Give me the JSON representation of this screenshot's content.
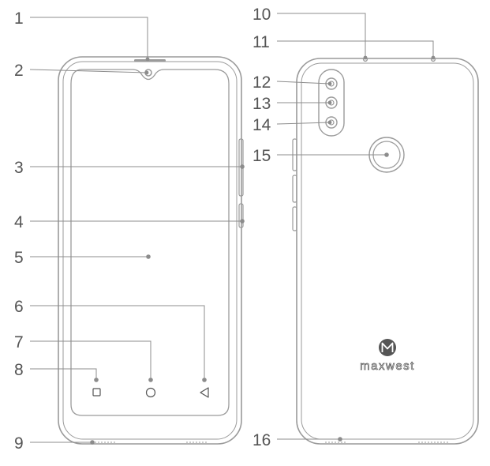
{
  "callouts": [
    {
      "number": "1"
    },
    {
      "number": "2"
    },
    {
      "number": "3"
    },
    {
      "number": "4"
    },
    {
      "number": "5"
    },
    {
      "number": "6"
    },
    {
      "number": "7"
    },
    {
      "number": "8"
    },
    {
      "number": "9"
    },
    {
      "number": "10"
    },
    {
      "number": "11"
    },
    {
      "number": "12"
    },
    {
      "number": "13"
    },
    {
      "number": "14"
    },
    {
      "number": "15"
    },
    {
      "number": "16"
    }
  ],
  "brand": {
    "logo_letter": "M",
    "name": "maxwest"
  },
  "colors": {
    "line": "#8c8c8c",
    "outline": "#9a9a9a",
    "text": "#555555",
    "logo": "#555555"
  }
}
